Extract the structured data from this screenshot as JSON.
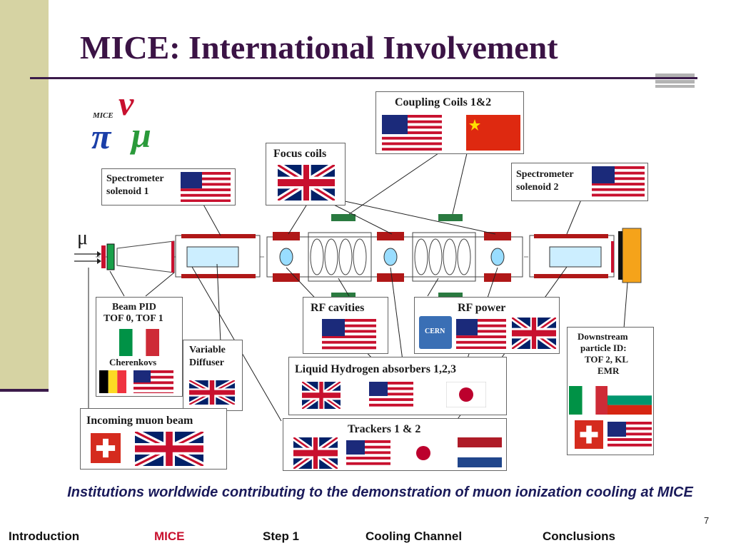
{
  "slide": {
    "title": "MICE: International Involvement",
    "caption": "Institutions worldwide contributing to the demonstration of muon ionization cooling at MICE",
    "page_number": "7"
  },
  "logo": {
    "text": "MICE",
    "symbols": [
      "π",
      "ν",
      "μ"
    ]
  },
  "beam_symbol": "μ",
  "labels": {
    "coupling_coils": "Coupling Coils 1&2",
    "focus_coils": "Focus coils",
    "spectrometer_1_line1": "Spectrometer",
    "spectrometer_1_line2": "solenoid 1",
    "spectrometer_2_line1": "Spectrometer",
    "spectrometer_2_line2": "solenoid 2",
    "beam_pid_line1": "Beam PID",
    "beam_pid_line2": "TOF 0, TOF 1",
    "cherenkovs": "Cherenkovs",
    "variable_diffuser_line1": "Variable",
    "variable_diffuser_line2": "Diffuser",
    "rf_cavities": "RF cavities",
    "rf_power": "RF power",
    "cern_logo": "CERN",
    "downstream_line1": "Downstream",
    "downstream_line2": "particle ID:",
    "downstream_line3": "TOF 2, KL",
    "downstream_line4": "EMR",
    "liquid_hydrogen": "Liquid Hydrogen absorbers 1,2,3",
    "incoming_muon_beam": "Incoming muon beam",
    "trackers": "Trackers 1 & 2"
  },
  "flags": {
    "coupling_coils": [
      "us-flag",
      "china-flag"
    ],
    "focus_coils": [
      "uk-flag"
    ],
    "spectrometer_1": [
      "us-flag"
    ],
    "spectrometer_2": [
      "us-flag"
    ],
    "beam_pid": [
      "italy-flag",
      "belgium-flag",
      "us-flag"
    ],
    "variable_diffuser": [
      "uk-flag"
    ],
    "rf_cavities": [
      "us-flag"
    ],
    "rf_power": [
      "cern-logo",
      "us-flag",
      "uk-flag"
    ],
    "liquid_hydrogen": [
      "uk-flag",
      "us-flag",
      "japan-flag"
    ],
    "incoming_muon_beam": [
      "swiss-flag",
      "uk-flag"
    ],
    "trackers": [
      "uk-flag",
      "us-flag",
      "japan-flag",
      "netherlands-flag"
    ],
    "downstream": [
      "italy-flag",
      "bulgaria-flag",
      "swiss-flag",
      "us-flag"
    ]
  },
  "nav": {
    "introduction": "Introduction",
    "mice": "MICE",
    "step1": "Step 1",
    "cooling_channel": "Cooling Channel",
    "conclusions": "Conclusions"
  },
  "colors": {
    "title": "#3b1345",
    "sidebar": "#d6d3a3",
    "caption": "#1a1a5a",
    "nav_active": "#c8102e",
    "magnet": "#b01818",
    "vessel_fill": "#cceeff"
  }
}
